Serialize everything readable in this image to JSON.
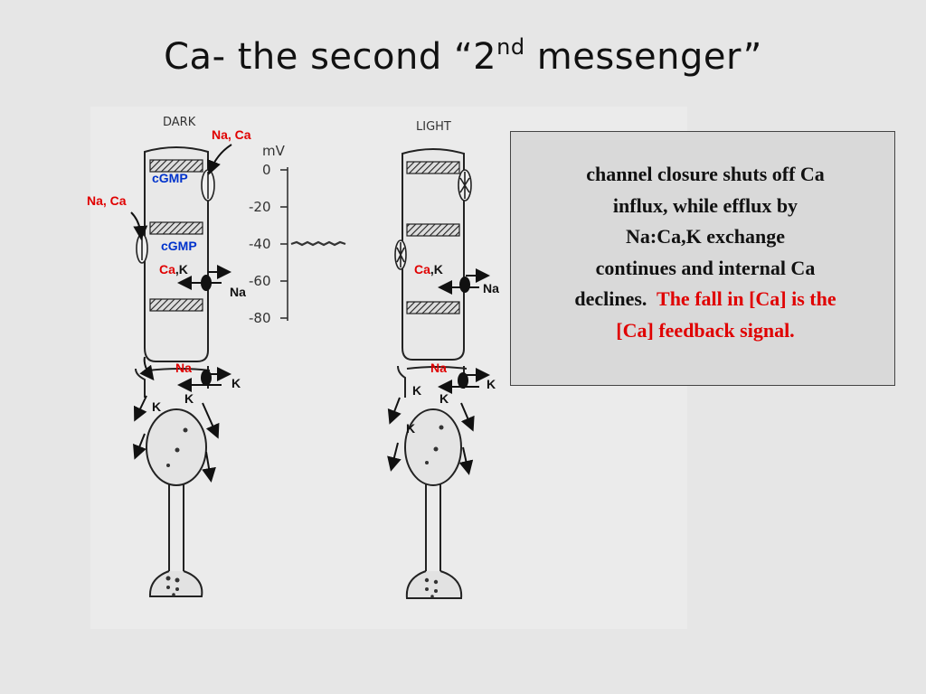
{
  "title": {
    "prefix": "Ca- the second “2",
    "sup": "nd",
    "suffix": " messenger”"
  },
  "figure": {
    "dark_label": "DARK",
    "light_label": "LIGHT",
    "units": "mV",
    "ticks": [
      "0",
      "-20",
      "-40",
      "-60",
      "-80"
    ],
    "dark": {
      "top_ions": "Na, Ca",
      "side_ions": "Na, Ca",
      "cgmp_1": "cGMP",
      "cgmp_2": "cGMP",
      "ca": "Ca",
      "comma_k": ",K",
      "na_out": "Na",
      "na_inner": "Na",
      "k_right": "K",
      "k_mid": "K",
      "k_left": "K"
    },
    "light": {
      "ca": "Ca",
      "comma_k": ",K",
      "na_out": "Na",
      "na_inner": "Na",
      "k_right": "K",
      "k_left": "K",
      "k_mid": "K",
      "k_low": "K"
    }
  },
  "textbox": {
    "line1": "channel closure shuts off Ca",
    "line2": "influx, while efflux by",
    "line3": "Na:Ca,K exchange",
    "line4": "continues and internal Ca",
    "line5_a": "declines.",
    "line5_b": "The fall in [Ca] is the",
    "line6": "[Ca] feedback signal."
  },
  "colors": {
    "accent_red": "#e00000",
    "cgmp_blue": "#0033cc",
    "slide_bg": "#e6e6e6",
    "box_bg": "#d9d9d9"
  }
}
